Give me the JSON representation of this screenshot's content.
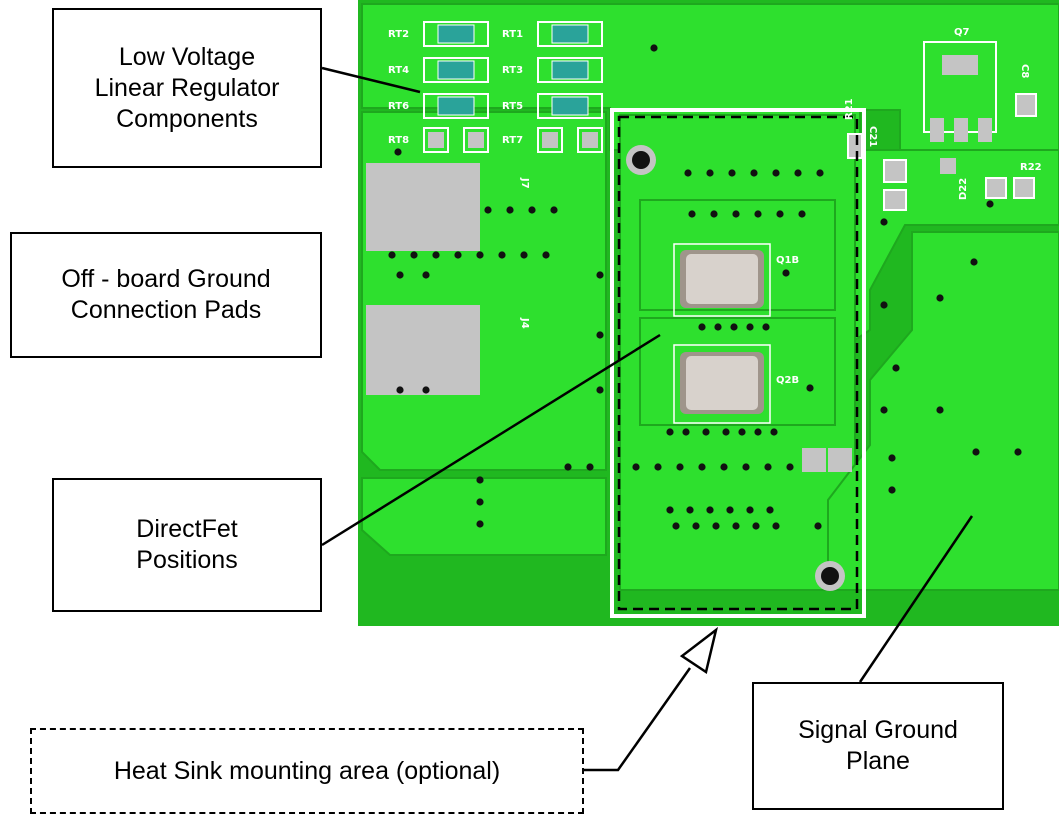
{
  "colors": {
    "board_bright": "#2ee02e",
    "board_dark": "#20b820",
    "trace_outline": "#1ea81e",
    "pad_gray": "#c4c4c4",
    "silkscreen": "#ffffff",
    "resistor_body": "#2aa39a",
    "fet_body": "#d8d2cc",
    "via_dot": "#111111"
  },
  "callouts": {
    "regulator": "Low Voltage\nLinear Regulator\nComponents",
    "ground_pads": "Off - board Ground\nConnection Pads",
    "directfet": "DirectFet\nPositions",
    "heatsink": "Heat Sink mounting area (optional)",
    "signal_ground": "Signal Ground\nPlane"
  },
  "silkscreen": {
    "rt2": "RT2",
    "rt1": "RT1",
    "rt4": "RT4",
    "rt3": "RT3",
    "rt6": "RT6",
    "rt5": "RT5",
    "rt8": "RT8",
    "rt7": "RT7",
    "q1b": "Q1B",
    "q2b": "Q2B",
    "j7": "J7",
    "j4": "J4",
    "q7": "Q7",
    "r21": "R21",
    "c8": "C8",
    "c21": "C21",
    "r22": "R22",
    "d22": "D22"
  }
}
